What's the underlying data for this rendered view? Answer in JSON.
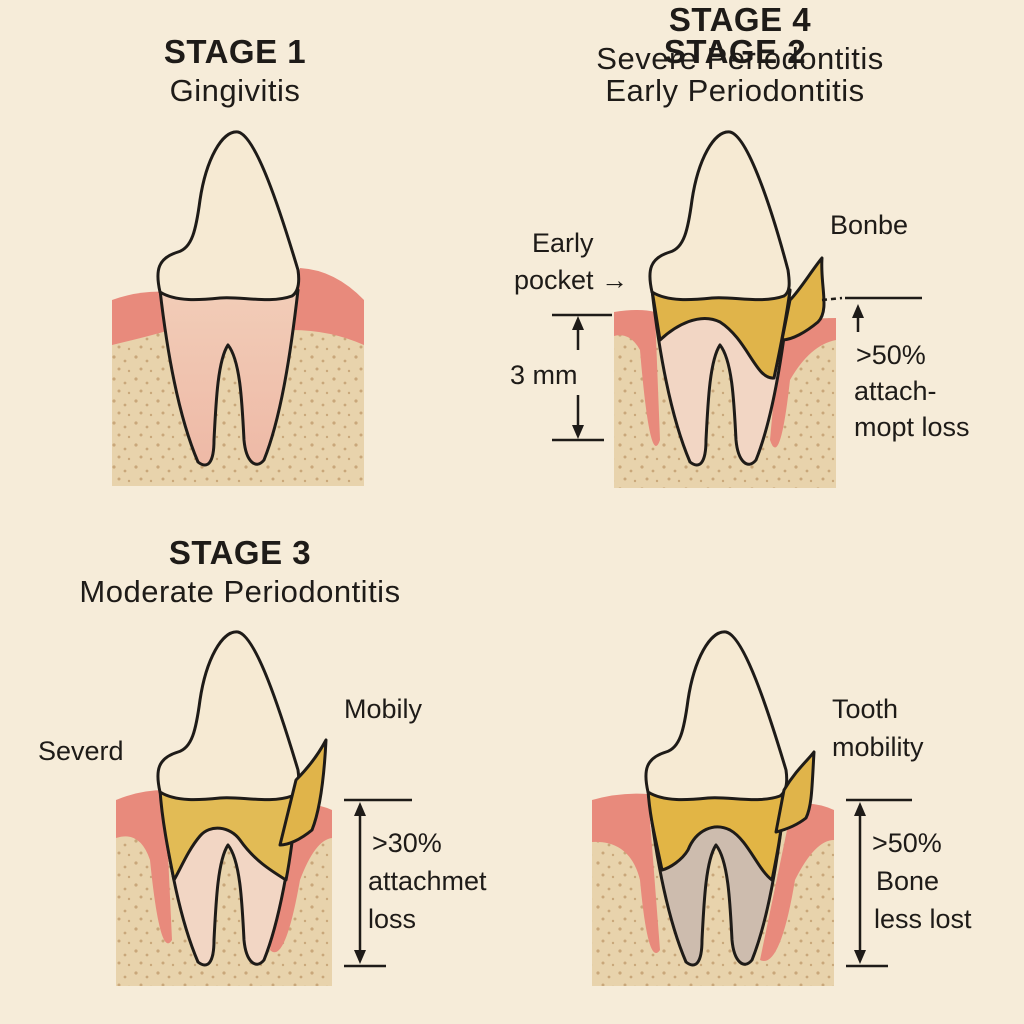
{
  "colors": {
    "background": "#f6ecd9",
    "bone": "#e8d3ac",
    "bone_dots": "#c9a77a",
    "gum": "#e88a7c",
    "gum_dark": "#d9675c",
    "enamel": "#f6ead3",
    "root": "#f1cbb8",
    "plaque": "#e0b44a",
    "exposed_root": "#cdbcae"
  },
  "panels": [
    {
      "stage": "STAGE 1",
      "name": "Gingivitis",
      "labels": []
    },
    {
      "stage": "STAGE 2",
      "name": "Early Periodontitis",
      "labels": {
        "early": "Early",
        "pocket": "pocket",
        "arrow": "→",
        "depth": "3 mm",
        "bone": "Bonbe",
        "pct": ">50%",
        "attach1": "attach-",
        "attach2": "mopt loss"
      }
    },
    {
      "stage": "STAGE 3",
      "name": "Moderate Periodontitis",
      "labels": {
        "severd": "Severd",
        "mobily": "Mobily",
        "pct": ">30%",
        "attach": "attachmet",
        "loss": "loss"
      }
    },
    {
      "stage": "STAGE 4",
      "name": "Severe Periodontitis",
      "labels": {
        "tooth": "Tooth",
        "mobility": "mobility",
        "pct": ">50%",
        "bone": "Bone",
        "less": "less lost"
      }
    }
  ]
}
